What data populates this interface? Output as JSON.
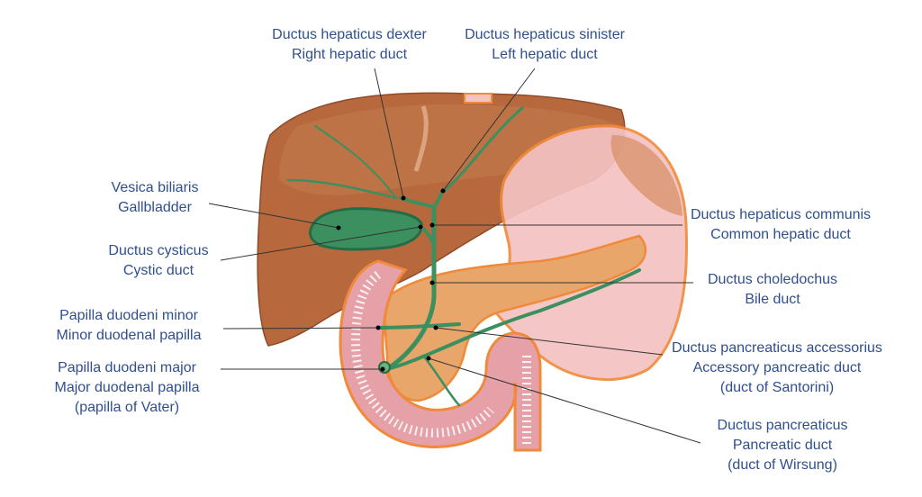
{
  "colors": {
    "label": "#2f4f8f",
    "liver": "#b7693d",
    "liver_dark": "#8f4a2a",
    "stomach": "#f4c2c2",
    "stomach_outline": "#f08a3a",
    "pancreas": "#e9a66a",
    "duodenum_wall": "#e5a0a8",
    "duct": "#3c8f5f",
    "duct_dark": "#256b45"
  },
  "labels": {
    "hepatic_dexter": {
      "latin": "Ductus hepaticus dexter",
      "english": "Right hepatic duct"
    },
    "hepatic_sinister": {
      "latin": "Ductus hepaticus sinister",
      "english": "Left hepatic duct"
    },
    "gallbladder": {
      "latin": "Vesica biliaris",
      "english": "Gallbladder"
    },
    "cystic_duct": {
      "latin": "Ductus cysticus",
      "english": "Cystic duct"
    },
    "papilla_minor": {
      "latin": "Papilla duodeni minor",
      "english": "Minor duodenal papilla"
    },
    "papilla_major": {
      "latin": "Papilla duodeni major",
      "english": "Major duodenal papilla",
      "extra": "(papilla of Vater)"
    },
    "common_hepatic": {
      "latin": "Ductus hepaticus communis",
      "english": "Common hepatic duct"
    },
    "bile_duct": {
      "latin": "Ductus choledochus",
      "english": "Bile duct"
    },
    "accessory_pancreatic": {
      "latin": "Ductus pancreaticus accessorius",
      "english": "Accessory pancreatic duct",
      "extra": "(duct of Santorini)"
    },
    "pancreatic_duct": {
      "latin": "Ductus pancreaticus",
      "english": "Pancreatic duct",
      "extra": "(duct of Wirsung)"
    }
  }
}
